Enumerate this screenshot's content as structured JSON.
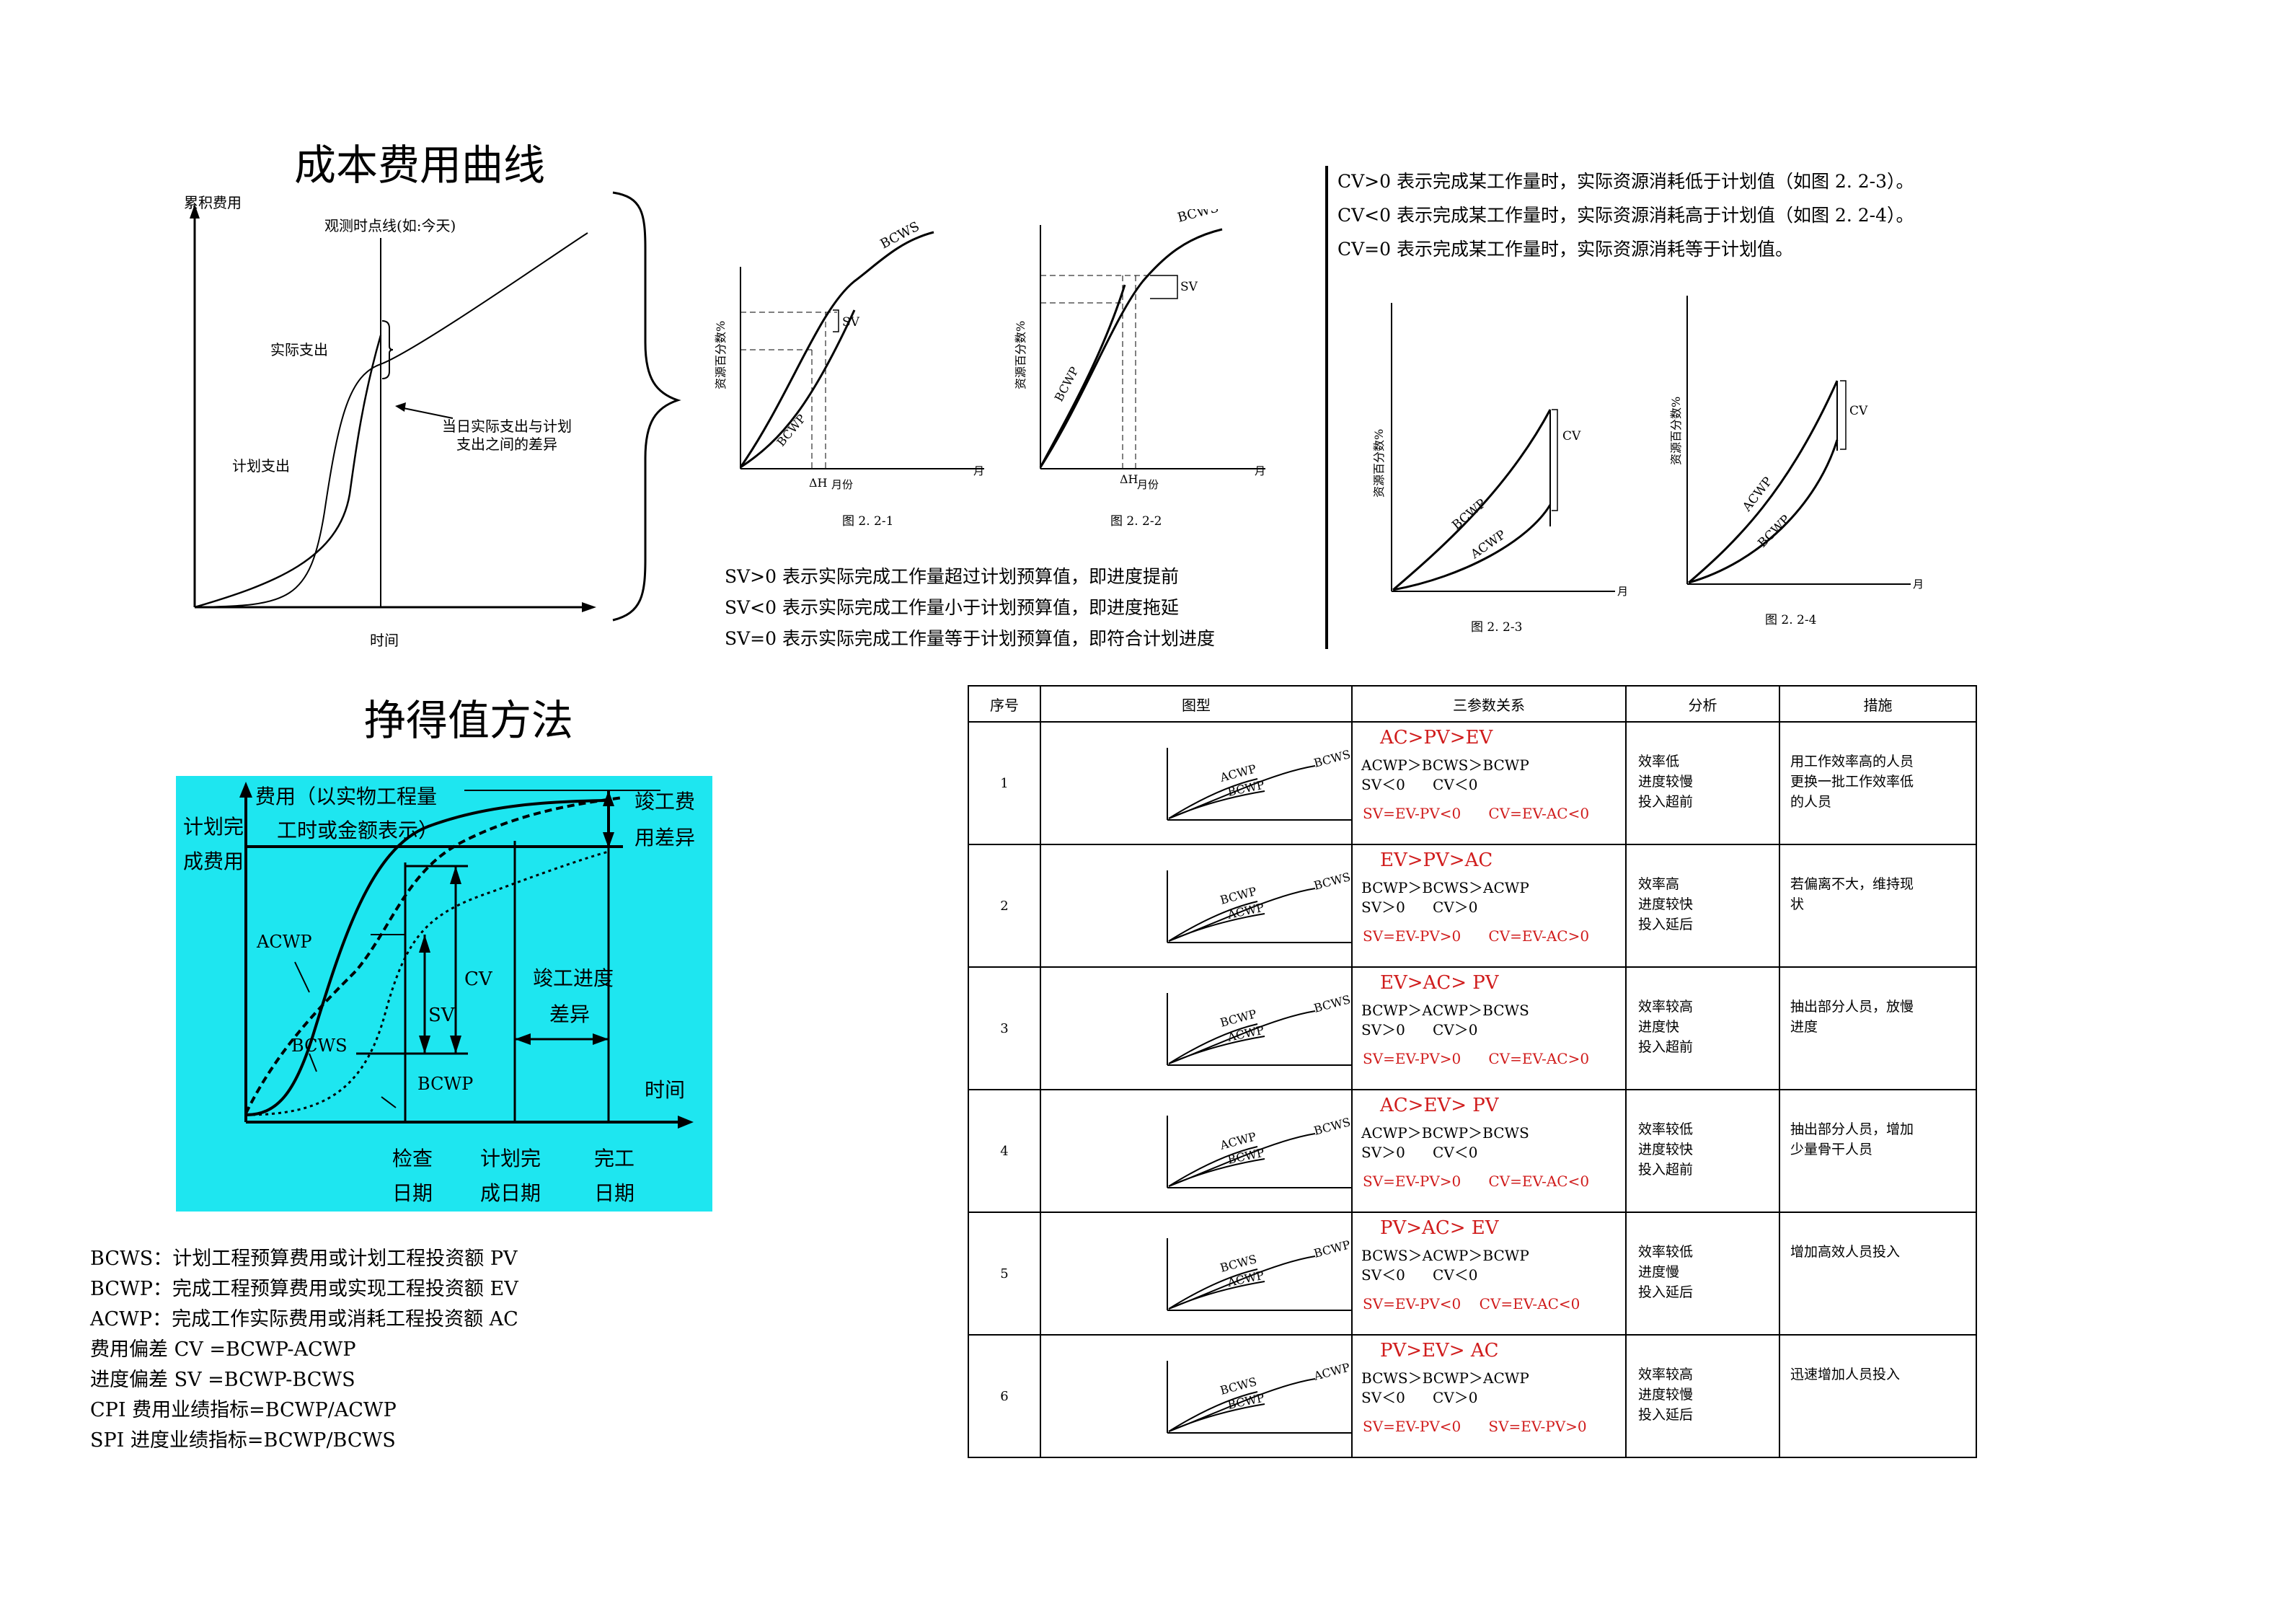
{
  "titles": {
    "cost_curve": "成本费用曲线",
    "earned_value": "挣得值方法"
  },
  "cost_curve": {
    "y_label": "累积费用",
    "obs_line_label": "观测时点线(如:今天)",
    "actual_label": "实际支出",
    "planned_label": "计划支出",
    "diff_label_1": "当日实际支出与计划",
    "diff_label_2": "支出之间的差异",
    "x_label": "时间"
  },
  "sv_charts": {
    "left": {
      "bcws": "BCWS",
      "bcwp": "BCWP",
      "sv": "SV",
      "y_label": "资源百分数%",
      "dh": "ΔH",
      "month": "月份",
      "axis_end": "月",
      "caption": "图 2. 2-1"
    },
    "right": {
      "bcws": "BCWS",
      "bcwp": "BCWP",
      "sv": "SV",
      "y_label": "资源百分数%",
      "dh": "ΔH",
      "month": "月份",
      "axis_end": "月",
      "caption": "图 2. 2-2"
    }
  },
  "sv_notes": [
    "SV>0  表示实际完成工作量超过计划预算值，即进度提前",
    "SV<0  表示实际完成工作量小于计划预算值，即进度拖延",
    "SV=0  表示实际完成工作量等于计划预算值，即符合计划进度"
  ],
  "cv_notes": [
    "CV>0  表示完成某工作量时，实际资源消耗低于计划值（如图 2. 2-3）。",
    "CV<0  表示完成某工作量时，实际资源消耗高于计划值（如图 2. 2-4）。",
    "CV=0  表示完成某工作量时，实际资源消耗等于计划值。"
  ],
  "cv_charts": {
    "left": {
      "upper": "BCWP",
      "lower": "ACWP",
      "cv": "CV",
      "y_label": "资源百分数%",
      "axis_end": "月",
      "caption": "图 2. 2-3"
    },
    "right": {
      "upper": "ACWP",
      "lower": "BCWP",
      "cv": "CV",
      "y_label": "资源百分数%",
      "axis_end": "月",
      "caption": "图 2. 2-4"
    }
  },
  "ev_chart": {
    "y_title_1": "费用（以实物工程量",
    "y_title_2": "工时或金额表示）",
    "plan_cost_1": "计划完",
    "plan_cost_2": "成费用",
    "acwp": "ACWP",
    "bcws": "BCWS",
    "bcwp": "BCWP",
    "cv": "CV",
    "sv": "SV",
    "final_cost_diff_1": "竣工费",
    "final_cost_diff_2": "用差异",
    "final_sched_diff_1": "竣工进度",
    "final_sched_diff_2": "差异",
    "time": "时间",
    "check_date_1": "检查",
    "check_date_2": "日期",
    "plan_done_1": "计划完",
    "plan_done_2": "成日期",
    "done_1": "完工",
    "done_2": "日期",
    "bg_color": "#1ee6f0"
  },
  "definitions": [
    "BCWS：计划工程预算费用或计划工程投资额 PV",
    "BCWP：完成工程预算费用或实现工程投资额 EV",
    "ACWP：完成工作实际费用或消耗工程投资额 AC",
    "费用偏差 CV =BCWP-ACWP",
    "进度偏差 SV =BCWP-BCWS",
    "CPI  费用业绩指标=BCWP/ACWP",
    "SPI  进度业绩指标=BCWP/BCWS"
  ],
  "summary_table": {
    "headers": [
      "序号",
      "图型",
      "三参数关系",
      "分析",
      "措施"
    ],
    "rows": [
      {
        "no": "1",
        "top": "ACWP",
        "mid": "BCWP",
        "end": "BCWS",
        "head": "AC>PV>EV",
        "rel1": "ACWP＞BCWS＞BCWP",
        "rel2": "SV＜0      CV＜0",
        "foot": "SV=EV-PV<0      CV=EV-AC<0",
        "analysis": [
          "效率低",
          "进度较慢",
          "投入超前"
        ],
        "measure": [
          "用工作效率高的人员",
          "更换一批工作效率低",
          "的人员"
        ]
      },
      {
        "no": "2",
        "top": "BCWP",
        "mid": "ACWP",
        "end": "BCWS",
        "head": "EV>PV>AC",
        "rel1": "BCWP＞BCWS＞ACWP",
        "rel2": "SV＞0      CV＞0",
        "foot": "SV=EV-PV>0      CV=EV-AC>0",
        "analysis": [
          "效率高",
          "进度较快",
          "投入延后"
        ],
        "measure": [
          "若偏离不大，维持现",
          "状"
        ]
      },
      {
        "no": "3",
        "top": "BCWP",
        "mid": "ACWP",
        "end": "BCWS",
        "head": "EV>AC> PV",
        "rel1": "BCWP＞ACWP＞BCWS",
        "rel2": "SV＞0      CV＞0",
        "foot": "SV=EV-PV>0      CV=EV-AC>0",
        "analysis": [
          "效率较高",
          "进度快",
          "投入超前"
        ],
        "measure": [
          "抽出部分人员，放慢",
          "进度"
        ]
      },
      {
        "no": "4",
        "top": "ACWP",
        "mid": "BCWP",
        "end": "BCWS",
        "head": "AC>EV> PV",
        "rel1": "ACWP＞BCWP＞BCWS",
        "rel2": "SV＞0      CV＜0",
        "foot": "SV=EV-PV>0      CV=EV-AC<0",
        "analysis": [
          "效率较低",
          "进度较快",
          "投入超前"
        ],
        "measure": [
          "抽出部分人员，增加",
          "少量骨干人员"
        ]
      },
      {
        "no": "5",
        "top": "BCWS",
        "mid": "ACWP",
        "end": "BCWP",
        "head": "PV>AC> EV",
        "rel1": "BCWS＞ACWP＞BCWP",
        "rel2": "SV＜0      CV＜0",
        "foot": "SV=EV-PV<0    CV=EV-AC<0",
        "analysis": [
          "效率较低",
          "进度慢",
          "投入延后"
        ],
        "measure": [
          "增加高效人员投入"
        ]
      },
      {
        "no": "6",
        "top": "BCWS",
        "mid": "BCWP",
        "end": "ACWP",
        "head": "PV>EV> AC",
        "rel1": "BCWS＞BCWP＞ACWP",
        "rel2": "SV＜0      CV＞0",
        "foot": "SV=EV-PV<0      SV=EV-PV>0",
        "analysis": [
          "效率较高",
          "进度较慢",
          "投入延后"
        ],
        "measure": [
          "迅速增加人员投入"
        ]
      }
    ]
  }
}
